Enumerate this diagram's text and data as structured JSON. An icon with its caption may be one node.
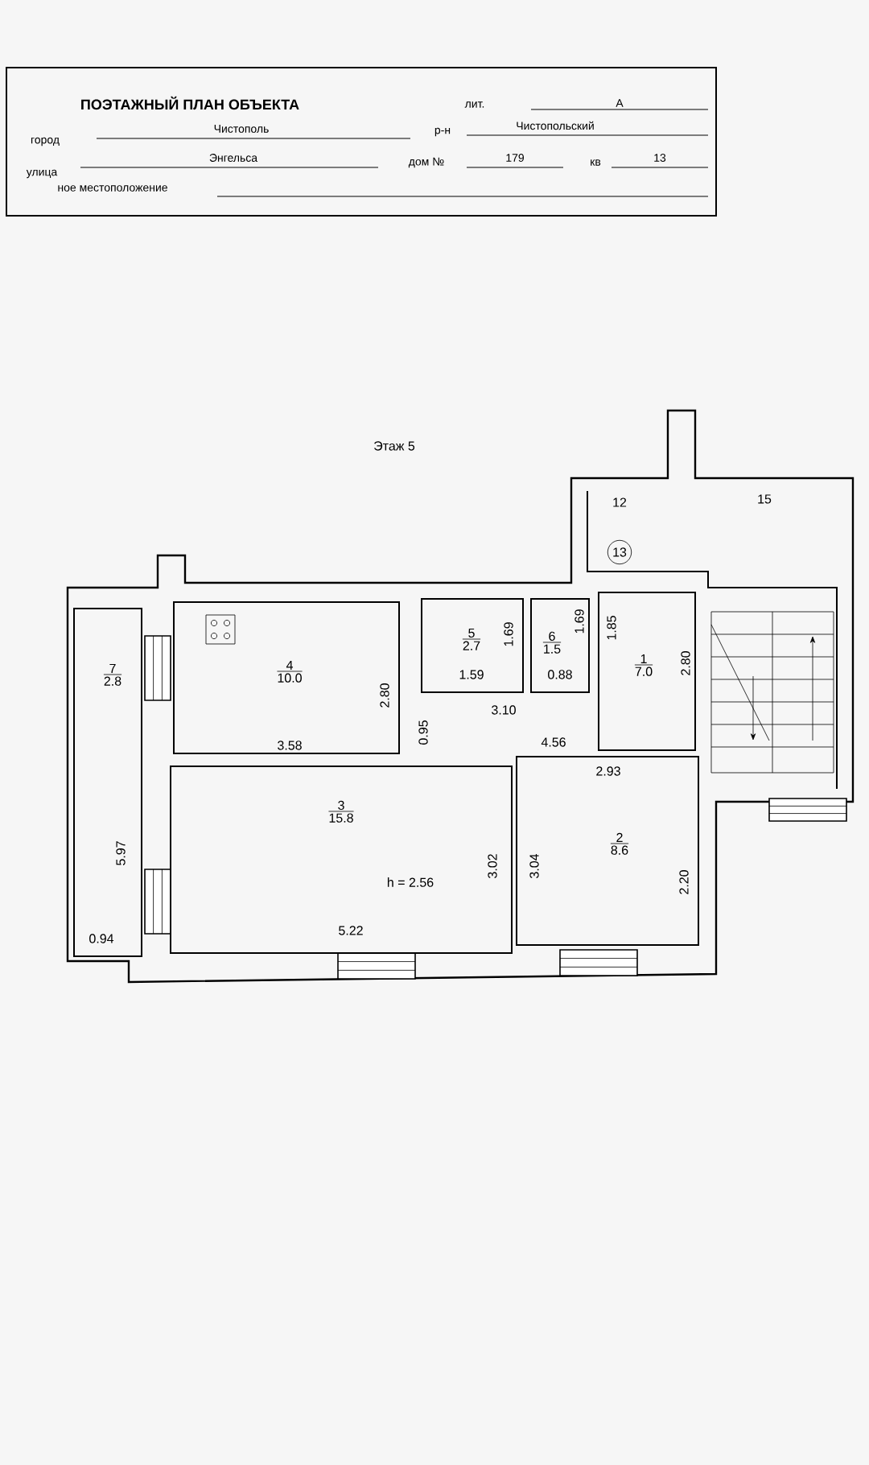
{
  "diagram": {
    "title": "ПОЭТАЖНЫЙ ПЛАН ОБЪЕКТА",
    "nodes": [
      {
        "text": [
          "13"
        ]
      },
      {
        "text": [
          "5",
          "2.7"
        ]
      },
      {
        "text": [
          "6",
          "1.5"
        ]
      },
      {
        "text": [
          "1",
          "7.0"
        ]
      },
      {
        "text": [
          "4",
          "10.0"
        ]
      },
      {
        "text": [
          "7",
          "2.8"
        ]
      },
      {
        "text": [
          "3",
          "15.8"
        ]
      },
      {
        "text": [
          "2",
          "8.6"
        ]
      }
    ],
    "labels": [
      "лит.",
      "А",
      "город",
      "Чистополь",
      "р-н",
      "Чистопольский",
      "улица",
      "Энгельса",
      "дом №",
      "179",
      "кв",
      "13",
      "ное местоположение",
      "Этаж 5",
      "12",
      "15",
      "1.69",
      "1.69",
      "1.85",
      "2.80",
      "2.80",
      "1.59",
      "0.88",
      "3.10",
      "0.95",
      "3.58",
      "4.56",
      "2.93",
      "3.02",
      "3.04",
      "5.97",
      "h = 2.56",
      "2.20",
      "5.22",
      "0.94"
    ]
  }
}
